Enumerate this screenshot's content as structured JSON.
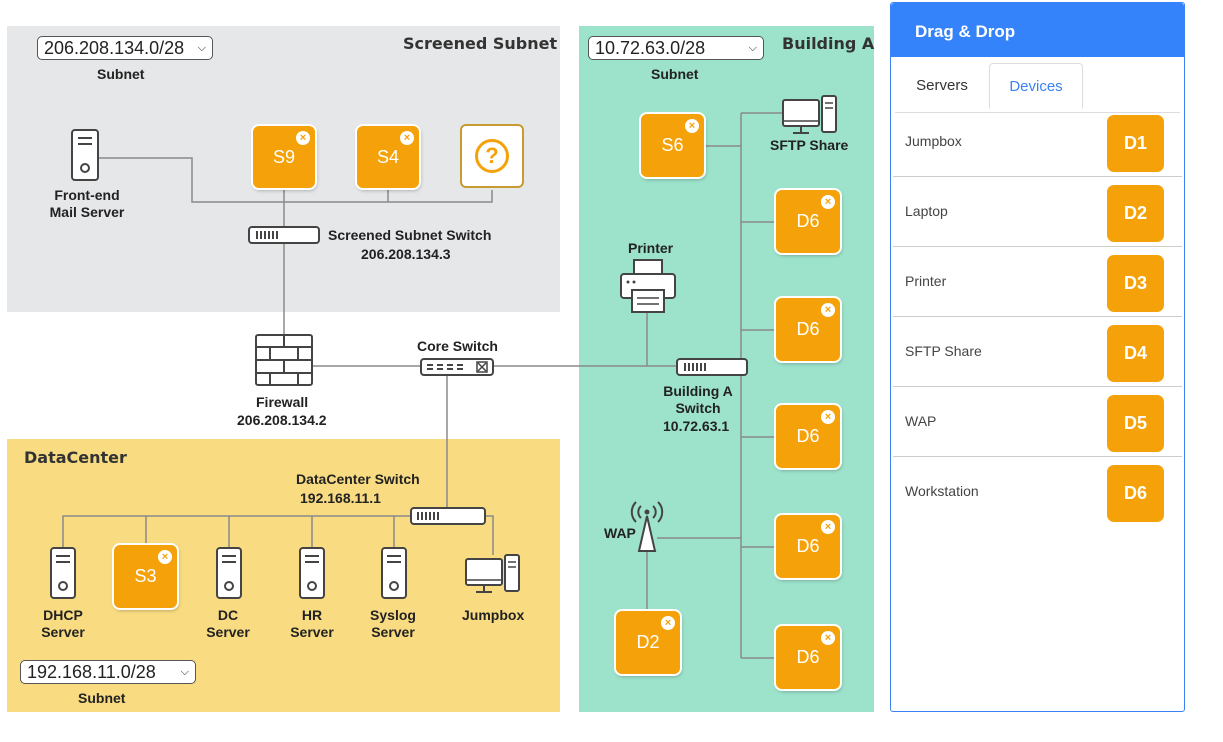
{
  "screened_subnet": {
    "title": "Screened Subnet",
    "subnet_value": "206.208.134.0/28",
    "subnet_label": "Subnet",
    "mail_server_label": "Front-end\nMail Server",
    "switch_label": "Screened Subnet Switch",
    "switch_ip": "206.208.134.3",
    "tiles": [
      "S9",
      "S4"
    ]
  },
  "firewall": {
    "label": "Firewall",
    "ip": "206.208.134.2"
  },
  "core_switch": {
    "label": "Core Switch"
  },
  "datacenter": {
    "title": "DataCenter",
    "switch_label": "DataCenter Switch",
    "switch_ip": "192.168.11.1",
    "subnet_value": "192.168.11.0/28",
    "subnet_label": "Subnet",
    "tile": "S3",
    "servers": [
      {
        "label": "DHCP\nServer"
      },
      {
        "label": "DC\nServer"
      },
      {
        "label": "HR\nServer"
      },
      {
        "label": "Syslog\nServer"
      }
    ],
    "jumpbox_label": "Jumpbox"
  },
  "building_a": {
    "title": "Building A",
    "subnet_value": "10.72.63.0/28",
    "subnet_label": "Subnet",
    "sftp_label": "SFTP Share",
    "printer_label": "Printer",
    "switch_label": "Building A\nSwitch",
    "switch_ip": "10.72.63.1",
    "wap_label": "WAP",
    "server_tile": "S6",
    "device_tiles": [
      "D6",
      "D6",
      "D6",
      "D6",
      "D6"
    ],
    "wap_tile": "D2"
  },
  "panel": {
    "title": "Drag & Drop",
    "tabs": [
      "Servers",
      "Devices"
    ],
    "active_tab": "Devices",
    "devices": [
      {
        "name": "Jumpbox",
        "tile": "D1"
      },
      {
        "name": "Laptop",
        "tile": "D2"
      },
      {
        "name": "Printer",
        "tile": "D3"
      },
      {
        "name": "SFTP Share",
        "tile": "D4"
      },
      {
        "name": "WAP",
        "tile": "D5"
      },
      {
        "name": "Workstation",
        "tile": "D6"
      }
    ]
  },
  "colors": {
    "tile": "#f5a20a",
    "screened_bg": "#e6e7e9",
    "building_bg": "#9de3cc",
    "datacenter_bg": "#f9dc82",
    "panel_header": "#3483fa"
  },
  "remove_glyph": "×"
}
